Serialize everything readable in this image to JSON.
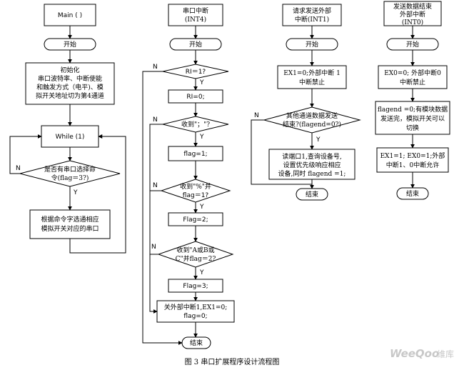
{
  "col1": {
    "title": "Main ( )",
    "start": "开始",
    "init": [
      "初始化",
      "串口波特率、中断使能",
      "和触发方式（电平)、模",
      "拟开关地址切为第4通道"
    ],
    "while": "While (1)",
    "decision": [
      "是否有串口选择命",
      "令(flag＝3?)"
    ],
    "no": "N",
    "yes": "Y",
    "action": [
      "根据命令字选通相应",
      "模拟开关对应的串口"
    ]
  },
  "col2": {
    "title": [
      "串口中断",
      "(INT4)"
    ],
    "start": "开始",
    "d1": "RI＝1?",
    "p1": "RI=0;",
    "d2": "收到\"；\"?",
    "p2": "flag=1;",
    "d3": [
      "收到\"%\"并",
      "flag＝1?"
    ],
    "p3": "Flag=2;",
    "d4": [
      "收到\"A或B或",
      "C\"并flag＝2?"
    ],
    "p4": "Flag=3;",
    "p5": [
      "关外部中断1,EX1=0;",
      "flag=0;"
    ],
    "end": "结束",
    "no": "N",
    "yes": "Y"
  },
  "col3": {
    "title": [
      "请求发送外部",
      "中断(INT1)"
    ],
    "start": "开始",
    "p1": [
      "EX1=0;外部中断 1",
      "中断禁止"
    ],
    "d1": [
      "其他通道数据发送",
      "结束?(flagend=0?)"
    ],
    "p2": [
      "读端口1,查询设备号,",
      "设置优先级响应相应",
      "设备,同时 flagend =1;"
    ],
    "end": "结束",
    "no": "N",
    "yes": "Y"
  },
  "col4": {
    "title": [
      "发送数据结束",
      "外部中断",
      "(INT0)"
    ],
    "start": "开始",
    "p1": [
      "EX0=0; 外部中断0",
      "中断禁止"
    ],
    "p2": [
      "flagend =0;有模块数据",
      "发送完，模拟开关可以",
      "切换"
    ],
    "p3": [
      "EX1=1; EX0=1;外部",
      "中断1、0中断允许"
    ],
    "end": "结束"
  },
  "caption": "图 3 串口扩展程序设计流程图",
  "watermark": {
    "brand": "WeeQoo",
    "suffix": "维库"
  }
}
